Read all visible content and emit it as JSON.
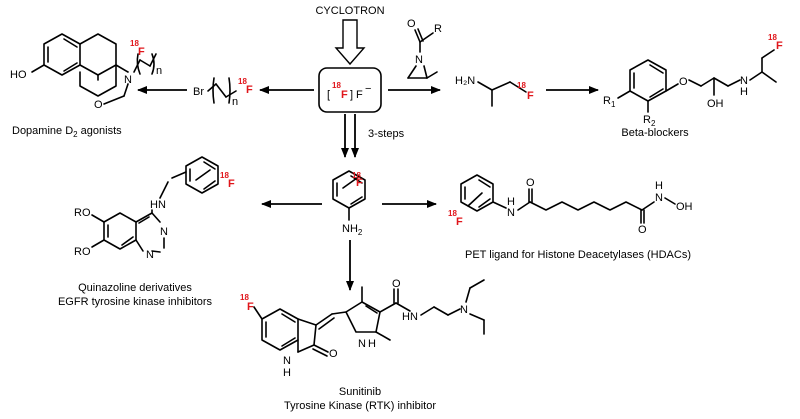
{
  "source": {
    "label": "CYCLOTRON"
  },
  "fluoride": {
    "mass": "18",
    "symbol": "F",
    "charge": "−",
    "bracket_left": "[",
    "bracket_right": "]"
  },
  "isotope": {
    "mass": "18",
    "symbol": "F"
  },
  "steps_label": "3-steps",
  "atoms": {
    "HO": "HO",
    "N": "N",
    "O": "O",
    "Br": "Br",
    "n": "n",
    "H2N": "H₂N",
    "R": "R",
    "R1": "R",
    "R1_sub": "1",
    "R2": "R",
    "R2_sub": "2",
    "OH": "OH",
    "NH": "N",
    "H": "H",
    "NH2": "NH",
    "NH2_sub": "2",
    "RO": "RO",
    "HN": "HN",
    "N_OH": "N",
    "O_OH": "OH"
  },
  "products": {
    "dopamine": {
      "name": "Dopamine D",
      "name_sub": "2",
      "name_tail": " agonists"
    },
    "beta": {
      "name": "Beta-blockers"
    },
    "quinazoline": {
      "line1": "Quinazoline derivatives",
      "line2": "EGFR tyrosine kinase inhibitors"
    },
    "hdac": {
      "name": "PET ligand for Histone Deacetylases (HDACs)"
    },
    "sunitinib": {
      "line1": "Sunitinib",
      "line2": "Tyrosine Kinase (RTK) inhibitor"
    }
  },
  "colors": {
    "fluorine": "#e0161b",
    "ink": "#000000"
  }
}
